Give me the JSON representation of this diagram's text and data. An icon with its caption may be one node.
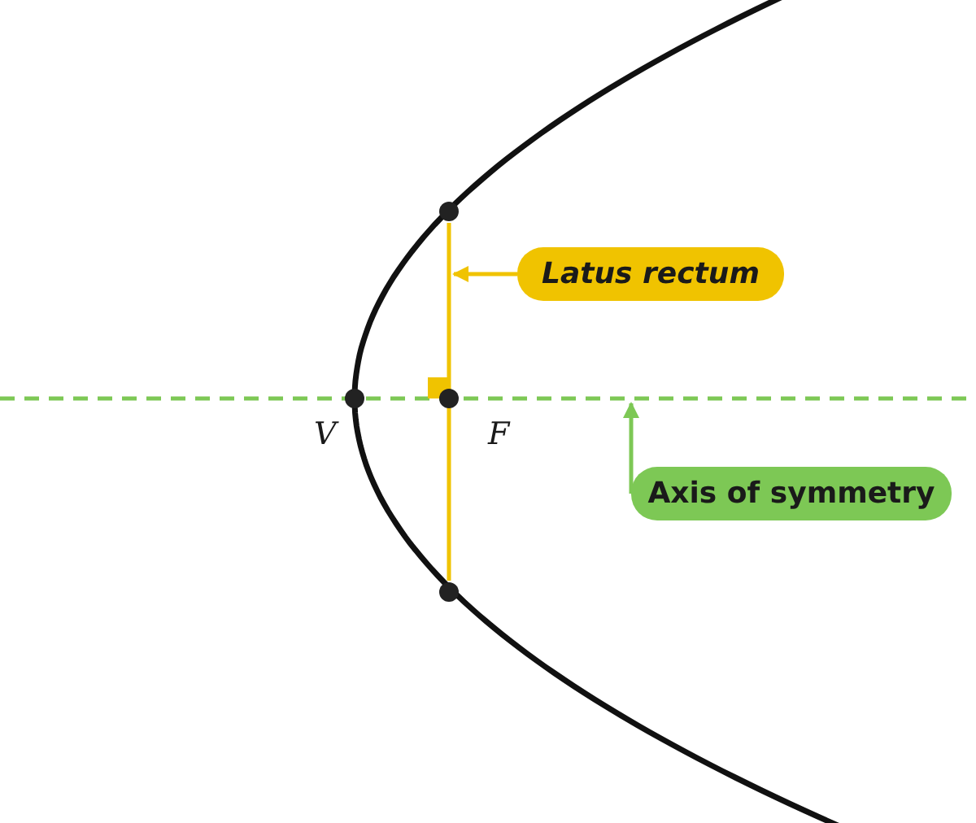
{
  "diagram": {
    "nodes": [
      {
        "text": [
          "Latus rectum"
        ]
      },
      {
        "text": [
          "Axis of symmetry"
        ]
      },
      {
        "text": [],
        "shape": "line"
      },
      {
        "text": [],
        "shape": "line"
      }
    ],
    "edges": [
      {
        "from": 0,
        "to": 2,
        "arrow": "to",
        "color": "#f0c300"
      },
      {
        "from": 1,
        "to": 3,
        "arrow": "to",
        "color": "#7dc855"
      }
    ],
    "labels": [
      "V",
      "F"
    ]
  }
}
